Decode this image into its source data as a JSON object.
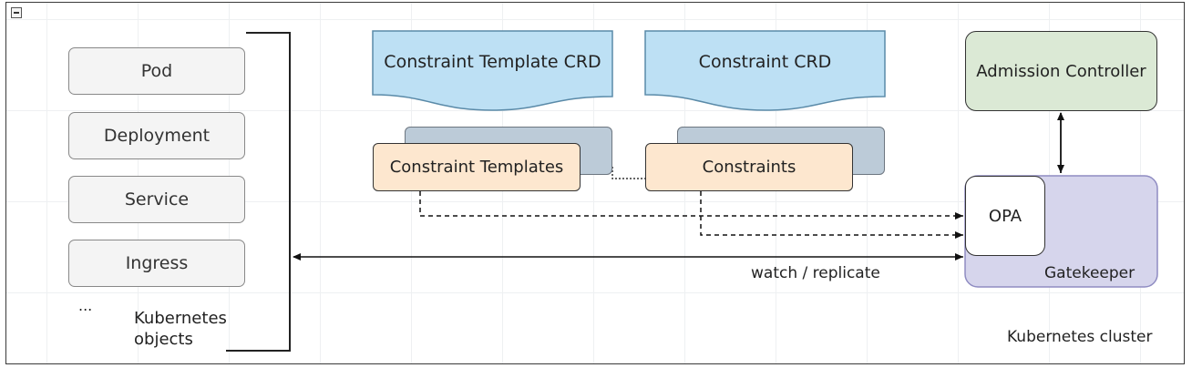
{
  "diagram": {
    "kubernetes_objects": [
      "Pod",
      "Deployment",
      "Service",
      "Ingress"
    ],
    "ellipsis": "...",
    "kubernetes_objects_label": "Kubernetes objects",
    "constraint_template_crd": "Constraint Template CRD",
    "constraint_crd": "Constraint CRD",
    "constraint_templates": "Constraint Templates",
    "constraints": "Constraints",
    "admission_controller": "Admission Controller",
    "opa": "OPA",
    "gatekeeper": "Gatekeeper",
    "watch_replicate": "watch / replicate",
    "cluster_label": "Kubernetes cluster"
  },
  "colors": {
    "crd_fill": "#bde0f4",
    "template_fill": "#fde7cf",
    "admission_fill": "#dbe9d5",
    "gatekeeper_fill": "#d6d5ec",
    "shadow_card_fill": "#bccbd8"
  }
}
